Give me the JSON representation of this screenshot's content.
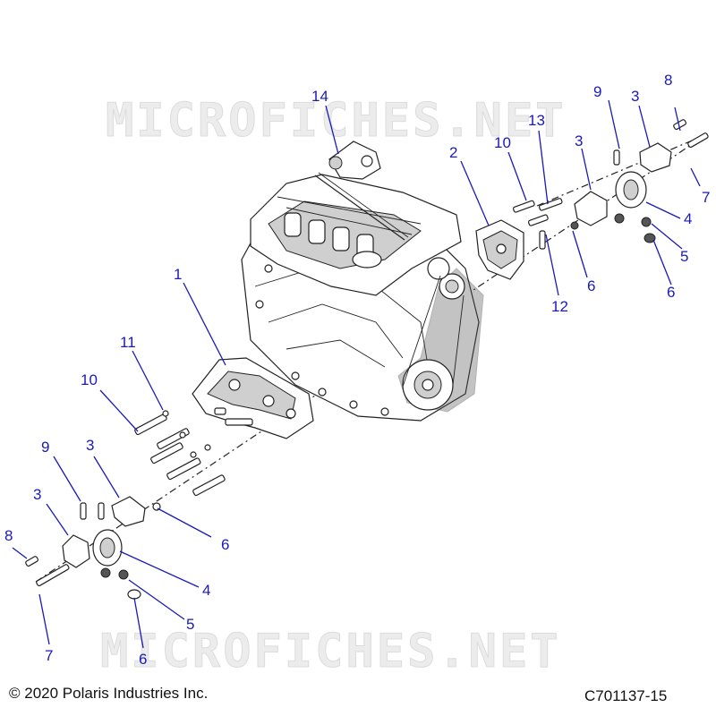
{
  "watermark": "MICROFICHES.NET",
  "copyright": "© 2020 Polaris Industries Inc.",
  "figure_code": "C701137-15",
  "callouts": [
    "14",
    "9",
    "3",
    "8",
    "13",
    "10",
    "3",
    "2",
    "7",
    "4",
    "5",
    "6",
    "6",
    "12",
    "1",
    "11",
    "10",
    "9",
    "3",
    "3",
    "8",
    "6",
    "4",
    "5",
    "7",
    "6"
  ],
  "colors": {
    "callout": "#1a1ab8",
    "line_art": "#222222",
    "watermark": "#dcdcdc"
  }
}
